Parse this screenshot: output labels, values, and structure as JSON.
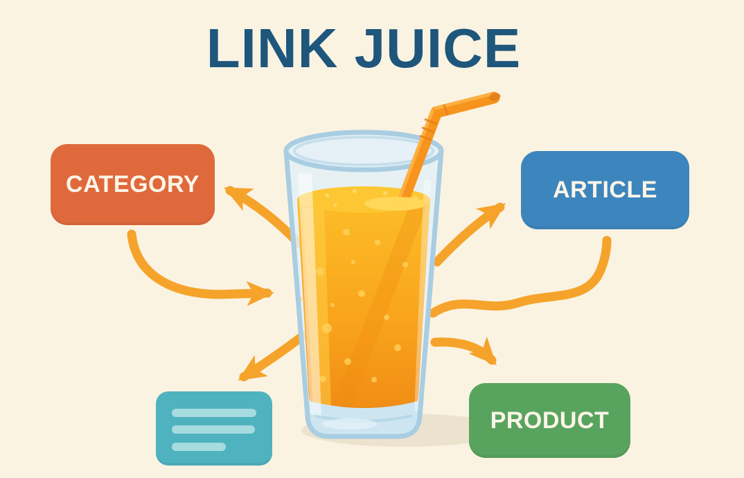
{
  "title": {
    "text": "LINK JUICE"
  },
  "nodes": {
    "category": {
      "label": "CATEGORY",
      "position": "top-left"
    },
    "article": {
      "label": "ARTICLE",
      "position": "top-right"
    },
    "product": {
      "label": "PRODUCT",
      "position": "bottom-right"
    },
    "placeholder": {
      "label": "",
      "stripes": 3,
      "position": "bottom-left"
    }
  },
  "illustration": {
    "center": "glass-of-orange-juice-with-bendy-straw",
    "arrows": [
      "glass-to-category",
      "left-curve-into-glass",
      "glass-to-placeholder",
      "glass-to-article",
      "s-curve-toward-article",
      "glass-to-product"
    ]
  },
  "colors": {
    "background": "#faf3e2",
    "title": "#1e567c",
    "box_text": "#fcf5e8",
    "category": "#e0693c",
    "article": "#3d86bd",
    "product": "#58a45f",
    "placeholder": "#4fb2bf",
    "placeholder_stripe": "#a6dbdf",
    "arrow": "#f5a32a",
    "glass_outline": "#a9cde1",
    "glass_fill": "#e3f0f7",
    "glass_base": "#cde5f1",
    "juice_top": "#fcbd28",
    "juice_mid": "#f9a51c",
    "juice_bottom": "#f08c15",
    "juice_surface": "#fdc733",
    "straw": "#f7941d",
    "straw_highlight": "#fdb445",
    "shadow": "#e8dfca"
  }
}
